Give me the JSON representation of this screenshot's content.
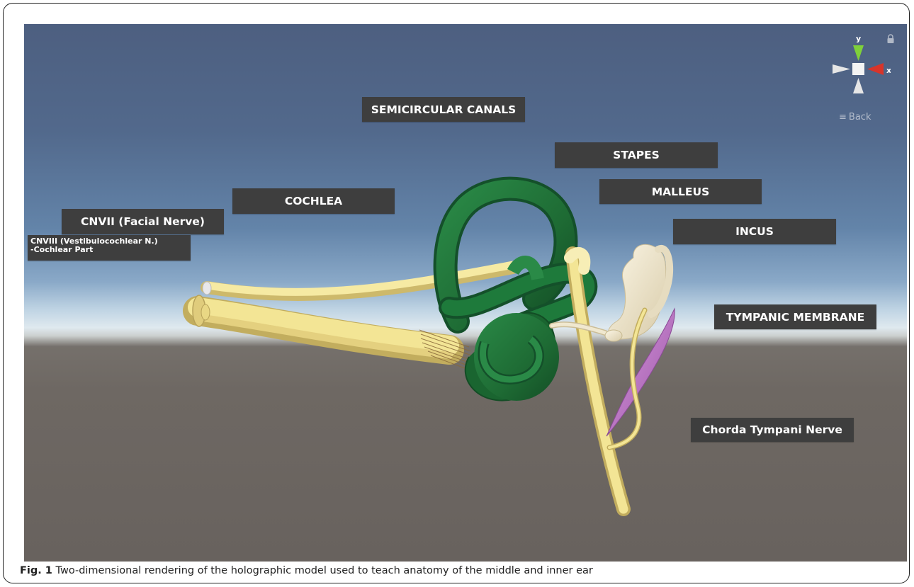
{
  "scene": {
    "gizmo": {
      "y_axis_label": "y",
      "x_axis_label": "x",
      "icon": "axis-gizmo-icon"
    },
    "lock_icon": "lock-icon",
    "back_button": {
      "icon": "menu-icon",
      "label": "Back"
    }
  },
  "labels": {
    "semicircular_canals": "SEMICIRCULAR CANALS",
    "stapes": "STAPES",
    "malleus": "MALLEUS",
    "incus": "INCUS",
    "cochlea": "COCHLEA",
    "cnvii": "CNVII (Facial Nerve)",
    "cnviii": "CNVIII (Vestibulocochlear N.)\n-Cochlear Part",
    "tympanic_membrane": "TYMPANIC MEMBRANE",
    "chorda_tympani": "Chorda Tympani Nerve"
  },
  "caption": {
    "prefix": "Fig. 1",
    "text": " Two-dimensional rendering of the holographic model used to teach anatomy of the middle and inner ear"
  },
  "colors": {
    "label_background": "#3e3e3e",
    "nerve": "#f3e595",
    "semicircular_canals": "#1e6b34",
    "tympanic_membrane": "#c97fd0",
    "ossicles": "#efe6c9",
    "gizmo_y": "#7fd13a",
    "gizmo_x": "#d8342a"
  }
}
